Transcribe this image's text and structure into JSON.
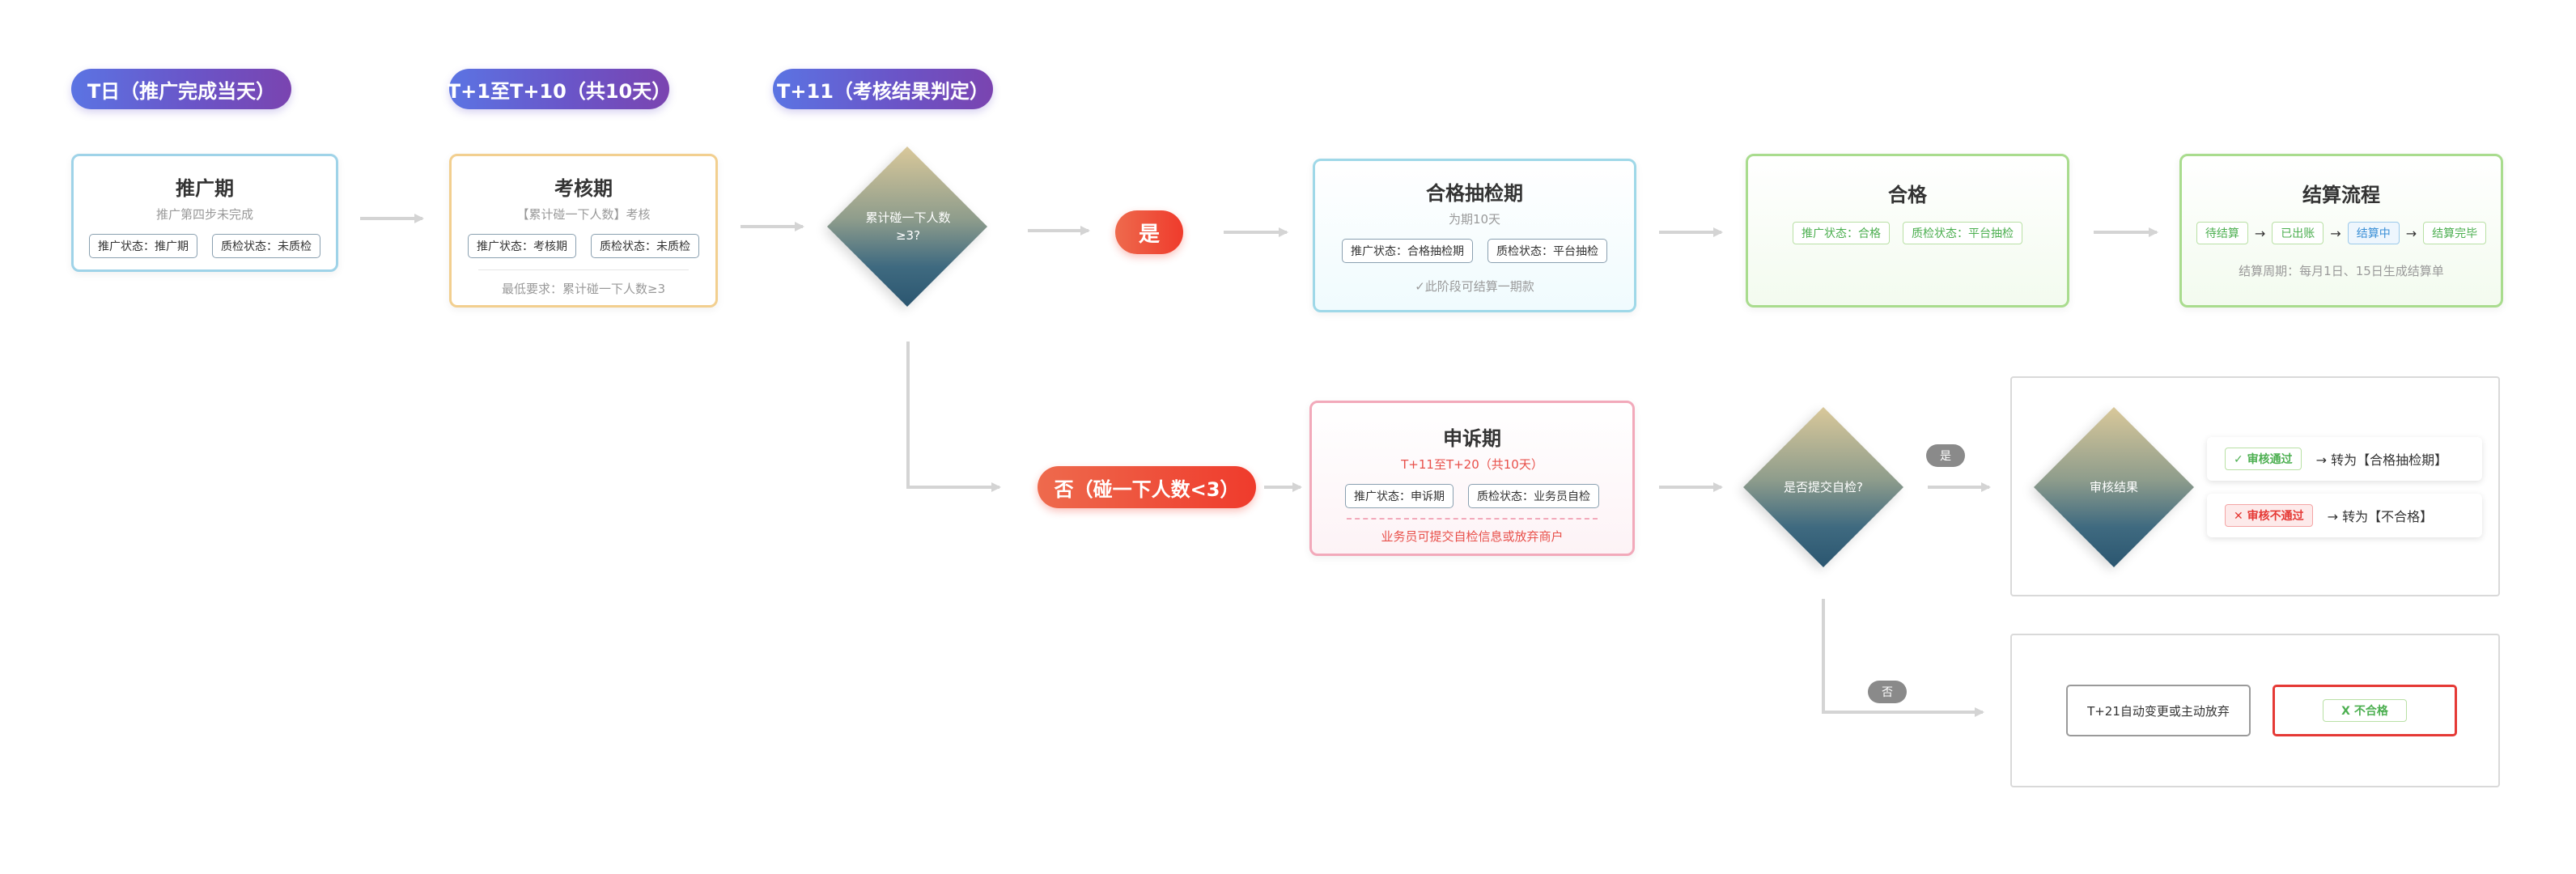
{
  "timeline": {
    "t0": "T日（推广完成当天）",
    "t1": "T+1至T+10（共10天）",
    "t11": "T+11（考核结果判定）"
  },
  "promo": {
    "title": "推广期",
    "subtitle": "推广第四步未完成",
    "tags": [
      "推广状态：推广期",
      "质检状态：未质检"
    ]
  },
  "assess": {
    "title": "考核期",
    "subtitle": "【累计碰一下人数】考核",
    "tags": [
      "推广状态：考核期",
      "质检状态：未质检"
    ],
    "note": "最低要求：累计碰一下人数≥3"
  },
  "decision1": {
    "line1": "累计碰一下人数",
    "line2": "≥3?"
  },
  "yes_pill": "是",
  "no_pill": "否（碰一下人数<3）",
  "sampling": {
    "title": "合格抽检期",
    "subtitle": "为期10天",
    "tags": [
      "推广状态：合格抽检期",
      "质检状态：平台抽检"
    ],
    "note": "✓此阶段可结算一期款"
  },
  "qualified": {
    "title": "合格",
    "tags": [
      "推广状态：合格",
      "质检状态：平台抽检"
    ]
  },
  "settlement": {
    "title": "结算流程",
    "steps": [
      "待结算",
      "已出账",
      "结算中",
      "结算完毕"
    ],
    "arrow": "→",
    "note": "结算周期：每月1日、15日生成结算单"
  },
  "appeal": {
    "title": "申诉期",
    "subtitle": "T+11至T+20（共10天）",
    "tags": [
      "推广状态：申诉期",
      "质检状态：业务员自检"
    ],
    "note": "业务员可提交自检信息或放弃商户"
  },
  "decision2": {
    "label": "是否提交自检?"
  },
  "yes_small": "是",
  "no_small": "否",
  "review": {
    "label": "审核结果",
    "pass_tag": "✓ 审核通过",
    "pass_result": "→ 转为【合格抽检期】",
    "fail_tag": "✕ 审核不通过",
    "fail_result": "→ 转为【不合格】"
  },
  "expire": {
    "left": "T+21自动变更或主动放弃",
    "right": "X 不合格"
  },
  "colors": {
    "pill_gradient": [
      "#5b74e3",
      "#7a44b0"
    ],
    "red": "#ef3b2c",
    "green": "#4caf50",
    "blue_border": "#9fd3e8",
    "orange_border": "#f2cf8f",
    "green_border": "#a9dc8e",
    "pink_border": "#f2a9ba"
  }
}
